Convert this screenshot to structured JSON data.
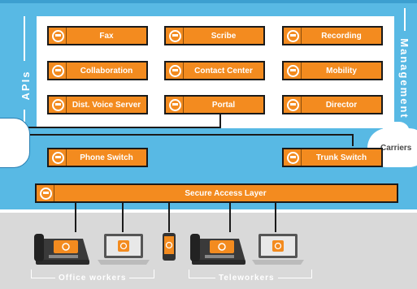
{
  "side_labels": {
    "left": "APIs",
    "right": "Management"
  },
  "services": [
    {
      "label": "Fax"
    },
    {
      "label": "Scribe"
    },
    {
      "label": "Recording"
    },
    {
      "label": "Collaboration"
    },
    {
      "label": "Contact Center"
    },
    {
      "label": "Mobility"
    },
    {
      "label": "Dist. Voice Server"
    },
    {
      "label": "Portal"
    },
    {
      "label": "Director"
    }
  ],
  "phone_switch": "Phone Switch",
  "trunk_switch": "Trunk Switch",
  "carriers": "Carriers",
  "secure_access": "Secure Access Layer",
  "groups": {
    "office": "Office workers",
    "tele": "Teleworkers"
  },
  "colors": {
    "panel": "#58b9e4",
    "box": "#f38b1f",
    "bottom": "#d9d9d9"
  }
}
